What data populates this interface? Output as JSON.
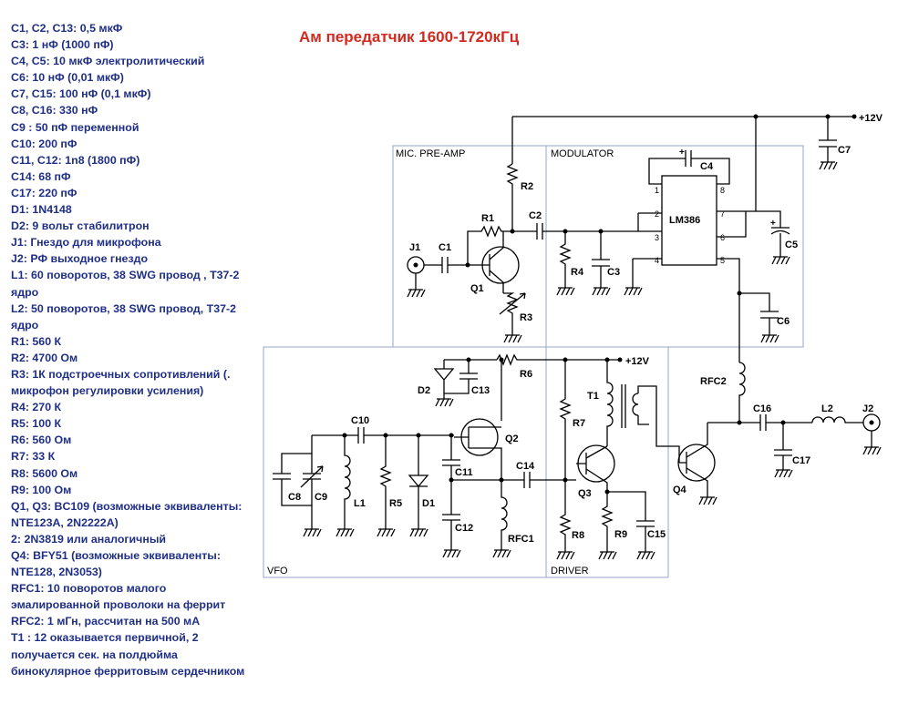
{
  "title": "Ам передатчик 1600-1720кГц",
  "parts": [
    "C1, C2, C13: 0,5 мкФ",
    "C3: 1 нФ (1000 пФ)",
    "C4, C5: 10 мкФ электролитический",
    "C6: 10 нФ (0,01 мкФ)",
    "C7, C15: 100 нФ (0,1 мкФ)",
    "C8, C16: 330 нФ",
    "C9 : 50 пФ переменной",
    "C10: 200 пФ",
    "C11, C12: 1n8 (1800 пФ)",
    "C14: 68 пФ",
    "C17: 220 пФ",
    "D1: 1N4148",
    "D2: 9 вольт стабилитрон",
    "J1: Гнездо для микрофона",
    "J2: РФ выходное гнездо",
    "L1: 60 поворотов, 38 SWG провод , T37-2 ядро",
    "L2: 50 поворотов, 38 SWG провод, T37-2 ядро",
    "R1: 560 К",
    "R2: 4700 Ом",
    "R3: 1К подстроечных сопротивлений (. микрофон регулировки усиления)",
    "R4: 270 К",
    "R5: 100 К",
    "R6: 560 Ом",
    "R7: 33 К",
    "R8: 5600 Ом",
    "R9: 100 Ом",
    "Q1, Q3: BC109 (возможные эквиваленты: NTE123A, 2N2222A)",
    "2: 2N3819 или аналогичный",
    "Q4: BFY51 (возможные эквиваленты: NTE128, 2N3053)",
    "RFC1: 10 поворотов малого эмалированной проволоки на феррит",
    "RFC2: 1 мГн, рассчитан на 500 мА",
    "T1 : 12 оказывается первичной, 2 получается сек. на полдюйма бинокулярное ферритовым сердечником"
  ],
  "blocks": {
    "mic_preamp": "MIC. PRE-AMP",
    "modulator": "MODULATOR",
    "vfo": "VFO",
    "driver": "DRIVER"
  },
  "supply": "+12V",
  "ic": {
    "name": "LM386",
    "pins": [
      "1",
      "2",
      "3",
      "4",
      "5",
      "6",
      "7",
      "8"
    ]
  },
  "labels": {
    "J1": "J1",
    "C1": "C1",
    "R1": "R1",
    "C2": "C2",
    "R2": "R2",
    "Q1": "Q1",
    "R3": "R3",
    "R4": "R4",
    "C3": "C3",
    "C4": "C4",
    "C5": "C5",
    "C6": "C6",
    "C7": "C7",
    "D2": "D2",
    "C13": "C13",
    "R6": "R6",
    "C10": "C10",
    "Q2": "Q2",
    "C8": "C8",
    "C9": "C9",
    "L1": "L1",
    "R5": "R5",
    "D1": "D1",
    "C11": "C11",
    "C12": "C12",
    "C14": "C14",
    "RFC1": "RFC1",
    "T1": "T1",
    "R7": "R7",
    "Q3": "Q3",
    "R8": "R8",
    "R9": "R9",
    "C15": "C15",
    "Q4": "Q4",
    "RFC2": "RFC2",
    "C16": "C16",
    "L2": "L2",
    "J2": "J2",
    "C17": "C17"
  },
  "colors": {
    "parts_text": "#1f2f86",
    "title": "#d22a1e",
    "block_border": "#9aa3c8"
  }
}
